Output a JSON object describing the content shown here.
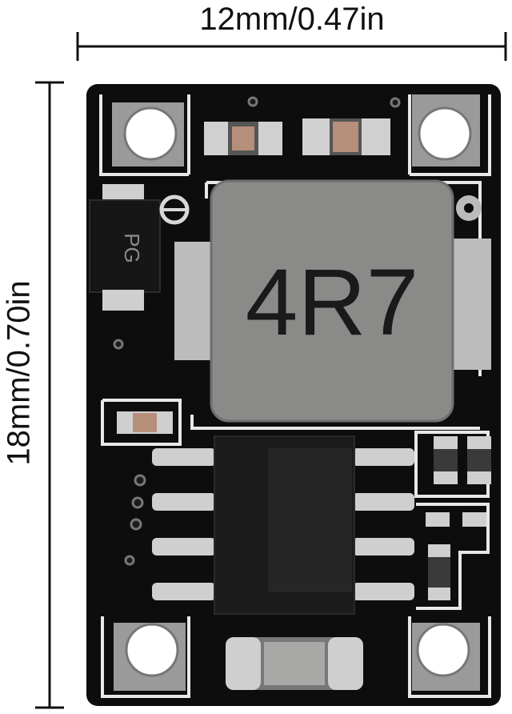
{
  "dimensions": {
    "width_label": "12mm/0.47in",
    "height_label": "18mm/0.70in"
  },
  "board": {
    "inductor_marking": "4R7",
    "diode_marking": "PG",
    "board_color": "#0d0d0d",
    "silkscreen_color": "#e8e8e8",
    "inductor_color": "#8a8a88",
    "pad_color": "#c9c9c9"
  }
}
